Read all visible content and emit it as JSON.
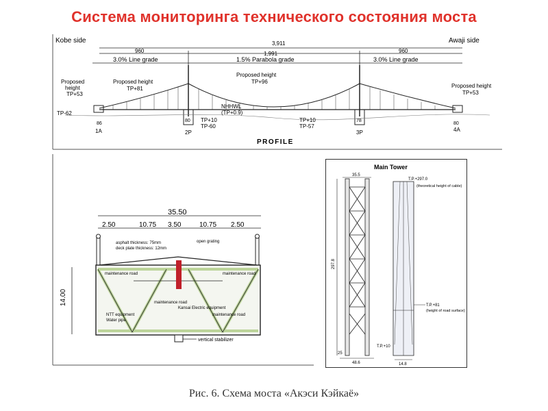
{
  "title": "Система мониторинга технического состояния моста",
  "caption": "Рис. 6. Схема моста «Акэси Кэйкаё»",
  "colors": {
    "title": "#e0322b",
    "line": "#1a1a1a",
    "panel": "#f4f6f0",
    "stabilizer": "#c0202a",
    "truss": "#bcd49a"
  },
  "profile": {
    "left_side": "Kobe side",
    "right_side": "Awaji side",
    "total_span": "3,911",
    "span_left": "960",
    "span_center": "1,991",
    "span_right": "960",
    "grade_left": "3.0% Line grade",
    "grade_center": "1.5% Parabola grade",
    "grade_right": "3.0% Line grade",
    "proposed_left": "Proposed",
    "proposed_left2": "height",
    "tp_left": "TP+53",
    "proposed_1": "Proposed height",
    "tp_1": "TP+81",
    "proposed_center": "Proposed height",
    "tp_center": "TP+96",
    "proposed_right": "Proposed height",
    "tp_right": "TP+53",
    "tp_62": "TP-62",
    "nhhwl": "NHHWL",
    "nhhwl_val": "(TP+0.9)",
    "tp_10a": "TP+10",
    "tp_60": "TP-60",
    "tp_10b": "TP+10",
    "tp_57": "TP-57",
    "pier_1a": "1A",
    "pier_2p": "2P",
    "pier_3p": "3P",
    "pier_4a": "4A",
    "dim_86": "86",
    "dim_80": "80",
    "dim_78": "78",
    "dim_80b": "80",
    "profile_label": "PROFILE"
  },
  "section": {
    "total_width": "35.50",
    "w1": "2.50",
    "w2": "10.75",
    "w3": "3.50",
    "w4": "10.75",
    "w5": "2.50",
    "height": "14.00",
    "asphalt": "asphalt thickness: 75mm",
    "deck_plate": "deck plate thickness: 12mm",
    "grating": "open grating",
    "maint_road_l": "maintenance road",
    "maint_road_c": "maintenance road",
    "maint_road_r": "maintenance road",
    "ntt": "NTT equipment",
    "water": "Water pipe",
    "kansai": "Kansai Electric equipment",
    "maint_road_cr": "maintenance road",
    "stabilizer": "vertical stabilizer"
  },
  "tower": {
    "title": "Main Tower",
    "top_w": "35.5",
    "height": "297.8",
    "tp_top": "T.P.+297.0",
    "top_note": "(theoretical height of cable)",
    "tp_road": "T.P.+81",
    "road_note": "(height of road surface)",
    "tp_base": "T.P.+10",
    "base_h": "25",
    "base_w": "48.6",
    "base_w2": "14.8"
  }
}
